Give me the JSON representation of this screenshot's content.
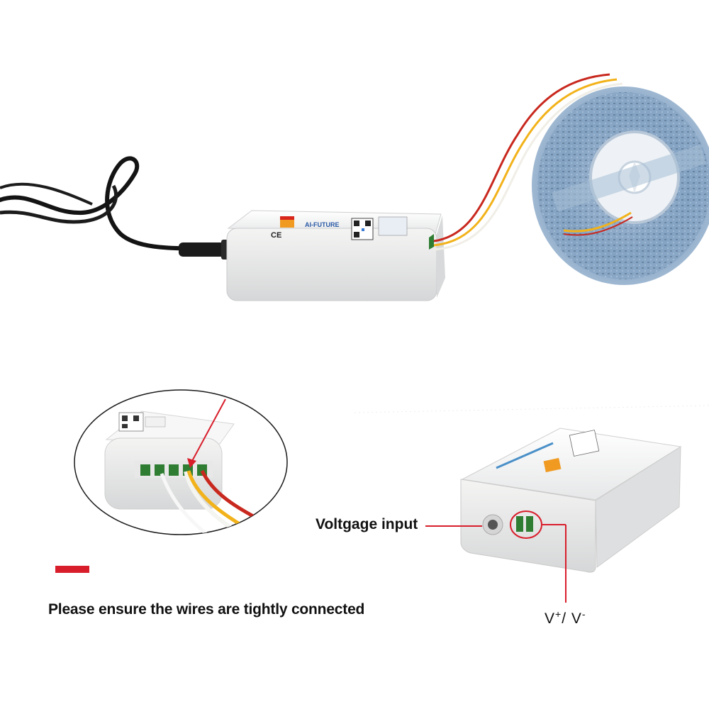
{
  "product": {
    "brand_text": "AI-FUTURE",
    "cert_marks": "CE"
  },
  "annotations": {
    "voltage_input": "Voltgage input",
    "wire_instruction": "Please ensure the wires are tightly connected",
    "vplus": "V",
    "vplus_sup": "+",
    "separator": "/ V",
    "vminus_sup": "-"
  },
  "colors": {
    "accent_red": "#d81e2b",
    "wire_red": "#c8281e",
    "wire_yellow": "#f2b21a",
    "wire_white": "#f4f4f0",
    "cable_black": "#141414",
    "device_white": "#f3f3f1",
    "strip_blue": "#7e9ebd"
  }
}
